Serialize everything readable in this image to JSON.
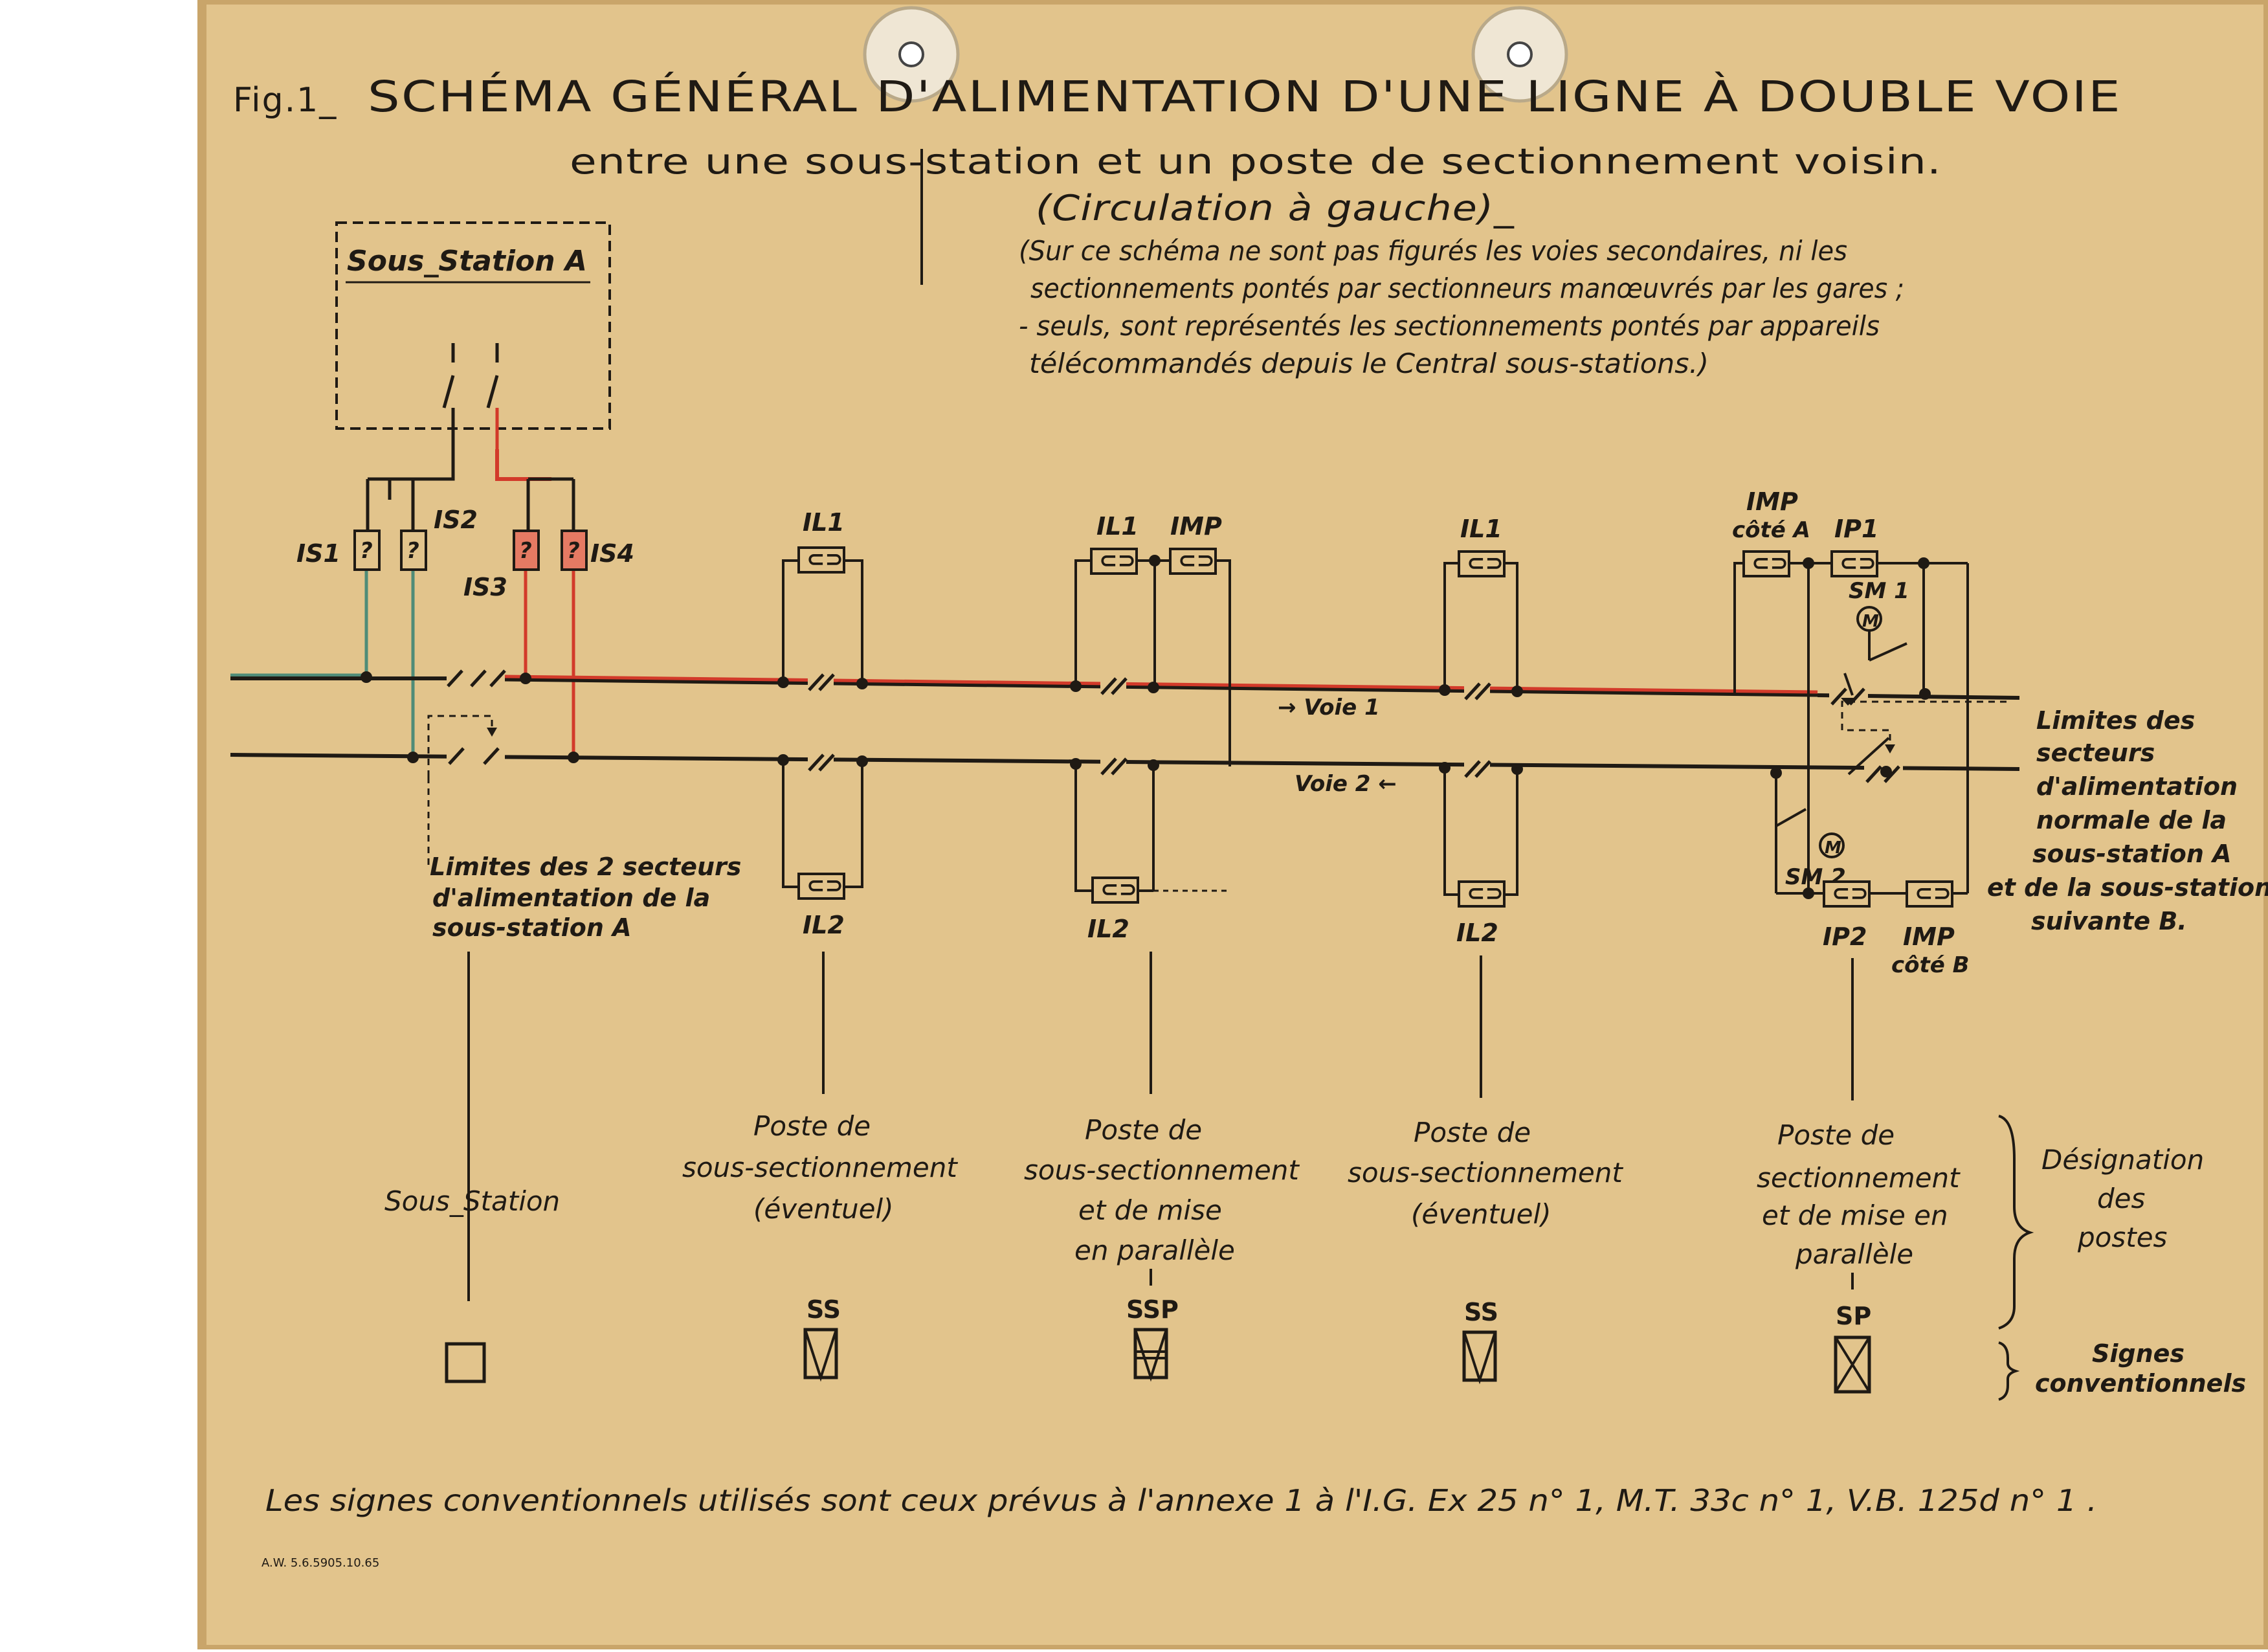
{
  "title": {
    "fig": "Fig.1_",
    "main": "SCHÉMA GÉNÉRAL D'ALIMENTATION D'UNE LIGNE À DOUBLE VOIE",
    "subtitle": "entre une sous-station et un poste de sectionnement voisin.",
    "traffic": "(Circulation à gauche)_"
  },
  "note_lines": [
    "(Sur ce schéma ne sont pas figurés les voies secondaires, ni les",
    "sectionnements pontés par sectionneurs manœuvrés par les gares ;",
    "- seuls, sont représentés les sectionnements pontés par appareils",
    "télécommandés depuis le Central sous-stations.)"
  ],
  "substation": {
    "box_label": "Sous_Station A",
    "switches": [
      "IS1",
      "IS2",
      "IS3",
      "IS4"
    ],
    "sector_limits": [
      "Limites des 2 secteurs",
      "d'alimentation de la",
      "sous-station A"
    ],
    "post_label": "Sous_Station"
  },
  "tracks": {
    "voie1": "→ Voie 1",
    "voie2": "Voie 2 ←"
  },
  "posts": [
    {
      "top": [
        "IL1"
      ],
      "bottom": [
        "IL2"
      ],
      "designation": [
        "Poste de",
        "sous-sectionnement",
        "(éventuel)"
      ],
      "code": "SS"
    },
    {
      "top": [
        "IL1",
        "IMP"
      ],
      "bottom": [
        "IL2"
      ],
      "designation": [
        "Poste de",
        "sous-sectionnement",
        "et de mise",
        "en parallèle"
      ],
      "code": "SSP"
    },
    {
      "top": [
        "IL1"
      ],
      "bottom": [
        "IL2"
      ],
      "designation": [
        "Poste de",
        "sous-sectionnement",
        "(éventuel)"
      ],
      "code": "SS"
    },
    {
      "top": [
        "IMP",
        "côté A",
        "IP1",
        "SM 1"
      ],
      "bottom": [
        "SM 2",
        "IP2",
        "IMP",
        "côté B"
      ],
      "designation": [
        "Poste de",
        "sectionnement",
        "et de mise en",
        "parallèle"
      ],
      "code": "SP"
    }
  ],
  "right_limits": [
    "Limites des",
    "secteurs",
    "d'alimentation",
    "normale de la",
    "sous-station A",
    "et de la sous-station",
    "suivante B."
  ],
  "legend": {
    "designation": [
      "Désignation",
      "des",
      "postes"
    ],
    "signs": [
      "Signes",
      "conventionnels"
    ]
  },
  "footer": "Les signes conventionnels utilisés sont ceux prévus à l'annexe 1 à l'I.G. Ex 25 n° 1, M.T. 33c n° 1, V.B. 125d n° 1 .",
  "imprint": "A.W. 5.6.5905.10.65",
  "colors": {
    "paper": "#e2c48c",
    "ink": "#1f1a14",
    "red": "#d23a2a",
    "green": "#4f8c78"
  }
}
